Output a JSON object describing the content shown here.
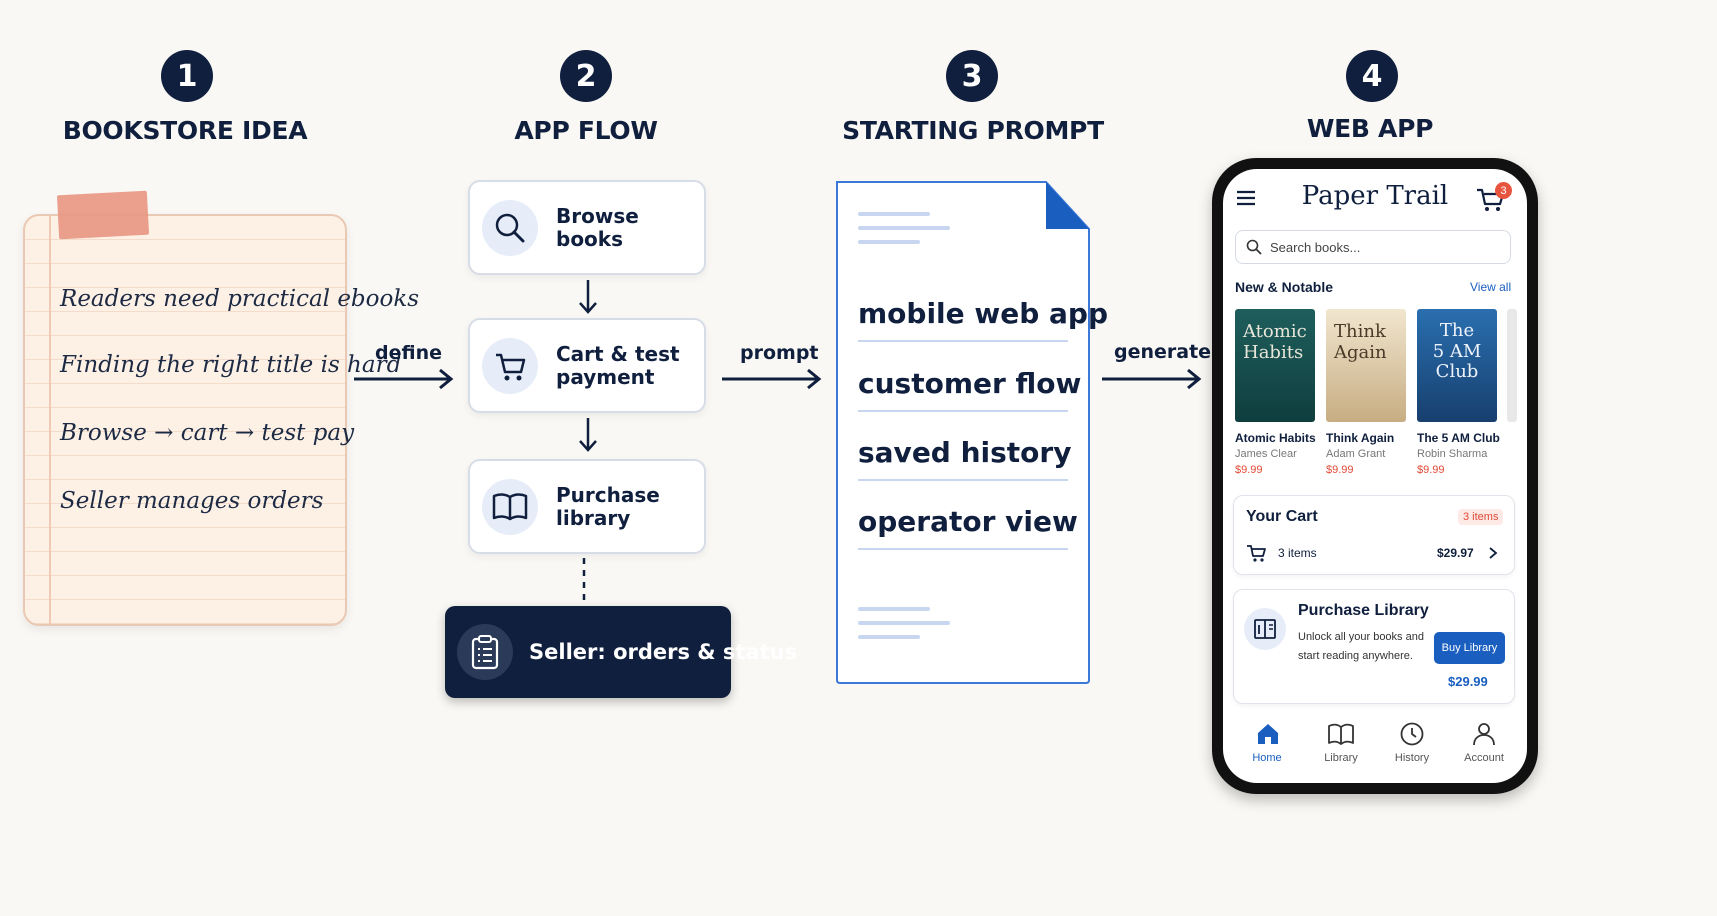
{
  "steps": [
    {
      "number": "1",
      "title": "BOOKSTORE IDEA"
    },
    {
      "number": "2",
      "title": "APP FLOW"
    },
    {
      "number": "3",
      "title": "STARTING PROMPT"
    },
    {
      "number": "4",
      "title": "WEB APP"
    }
  ],
  "idea_notes": [
    "Readers need practical ebooks",
    "Finding the right title is hard",
    "Browse → cart → test pay",
    "Seller manages orders"
  ],
  "arrows": {
    "define": "define",
    "prompt": "prompt",
    "generate": "generate"
  },
  "flow": {
    "browse": "Browse books",
    "cart_line1": "Cart & test",
    "cart_line2": "payment",
    "library": "Purchase library",
    "seller": "Seller: orders & status"
  },
  "prompt_items": [
    "mobile web app",
    "customer flow",
    "saved history",
    "operator view"
  ],
  "app": {
    "title": "Paper Trail",
    "cart_badge": "3",
    "search_placeholder": "Search books...",
    "section_title": "New & Notable",
    "view_all": "View all",
    "books": [
      {
        "cover_line1": "Atomic",
        "cover_line2": "Habits",
        "cover_line3": "",
        "title": "Atomic Habits",
        "author": "James Clear",
        "price": "$9.99",
        "color": "#1e5e5c"
      },
      {
        "cover_line1": "Think",
        "cover_line2": "Again",
        "cover_line3": "",
        "title": "Think Again",
        "author": "Adam Grant",
        "price": "$9.99",
        "color": "#efe2c8"
      },
      {
        "cover_line1": "The",
        "cover_line2": "5 AM",
        "cover_line3": "Club",
        "title": "The 5 AM Club",
        "author": "Robin Sharma",
        "price": "$9.99",
        "color": "#1f5f9e"
      }
    ],
    "cart": {
      "title": "Your Cart",
      "badge": "3 items",
      "count": "3 items",
      "total": "$29.97"
    },
    "library": {
      "title": "Purchase Library",
      "desc_line1": "Unlock all your books and",
      "desc_line2": "start reading anywhere.",
      "button": "Buy Library",
      "price": "$29.99"
    },
    "nav": [
      "Home",
      "Library",
      "History",
      "Account"
    ],
    "accent": "#1a5fc0"
  }
}
